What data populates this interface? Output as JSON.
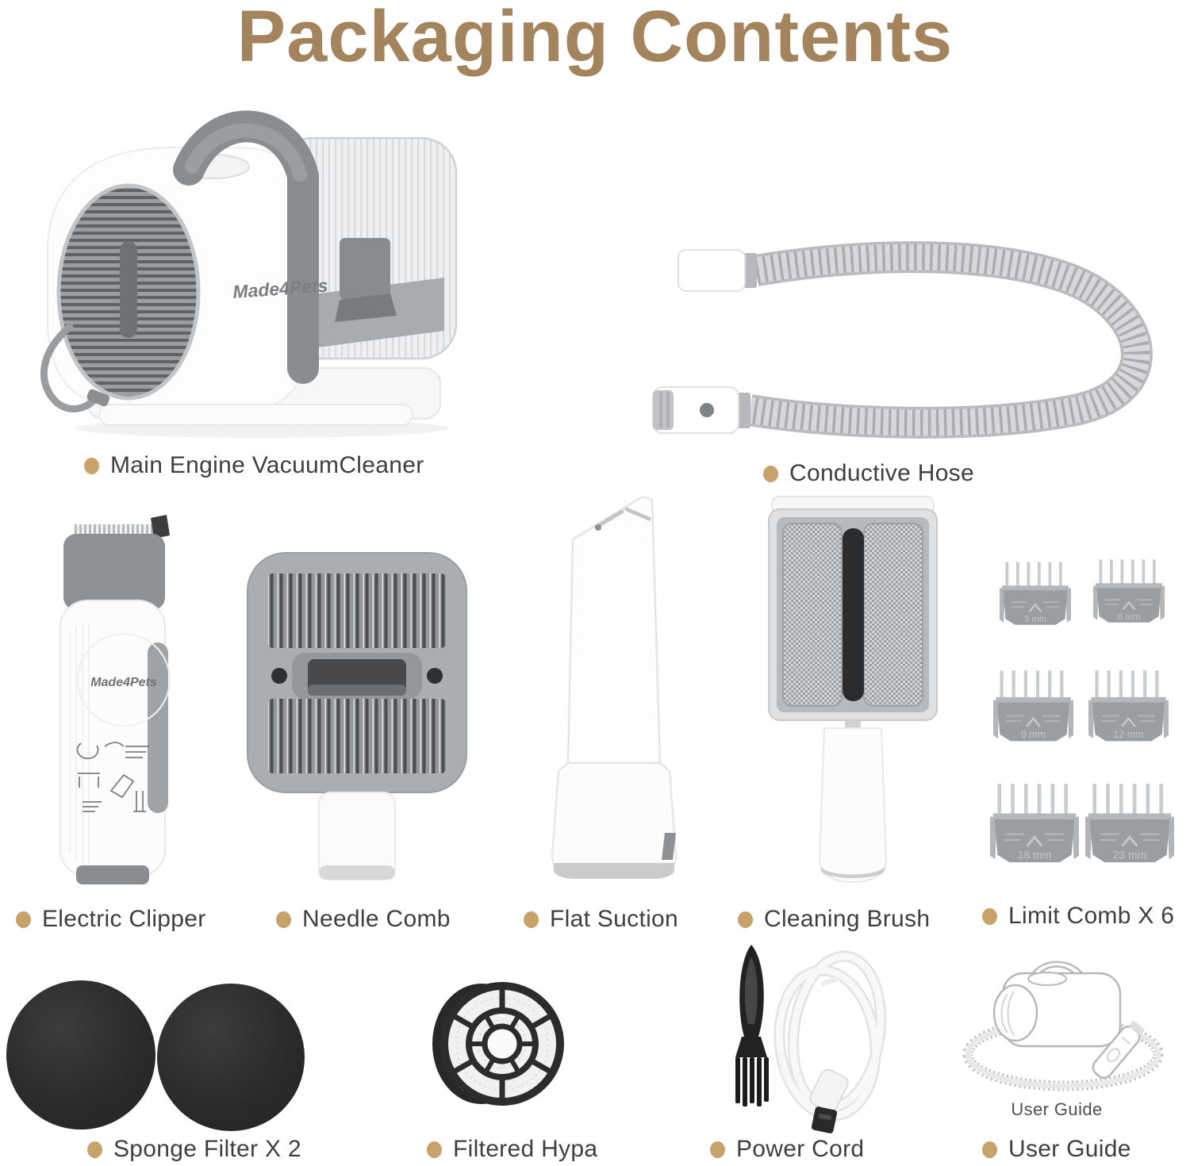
{
  "page": {
    "title": "Packaging Contents"
  },
  "colors": {
    "title_accent": "#a3845c",
    "bullet": "#c8a26b",
    "label_text": "#3d3f42",
    "product_gray": "#8e9194",
    "product_light_gray": "#abaeb1",
    "dark_parts": "#232426"
  },
  "branding": {
    "logo": "Made4Pets"
  },
  "items": [
    {
      "id": "main-engine",
      "label": "Main Engine VacuumCleaner"
    },
    {
      "id": "conductive-hose",
      "label": "Conductive Hose"
    },
    {
      "id": "electric-clipper",
      "label": "Electric Clipper"
    },
    {
      "id": "needle-comb",
      "label": "Needle Comb"
    },
    {
      "id": "flat-suction",
      "label": "Flat Suction"
    },
    {
      "id": "cleaning-brush",
      "label": "Cleaning Brush"
    },
    {
      "id": "limit-comb",
      "label": "Limit Comb X 6"
    },
    {
      "id": "sponge-filter",
      "label": "Sponge Filter X 2"
    },
    {
      "id": "filtered-hypa",
      "label": "Filtered Hypa"
    },
    {
      "id": "power-cord",
      "label": "Power Cord"
    },
    {
      "id": "user-guide",
      "label": "User Guide"
    }
  ],
  "limit_comb_sizes": [
    "3 mm",
    "6 mm",
    "9 mm",
    "12 mm",
    "18 mm",
    "23 mm"
  ],
  "user_guide_caption": "User Guide"
}
